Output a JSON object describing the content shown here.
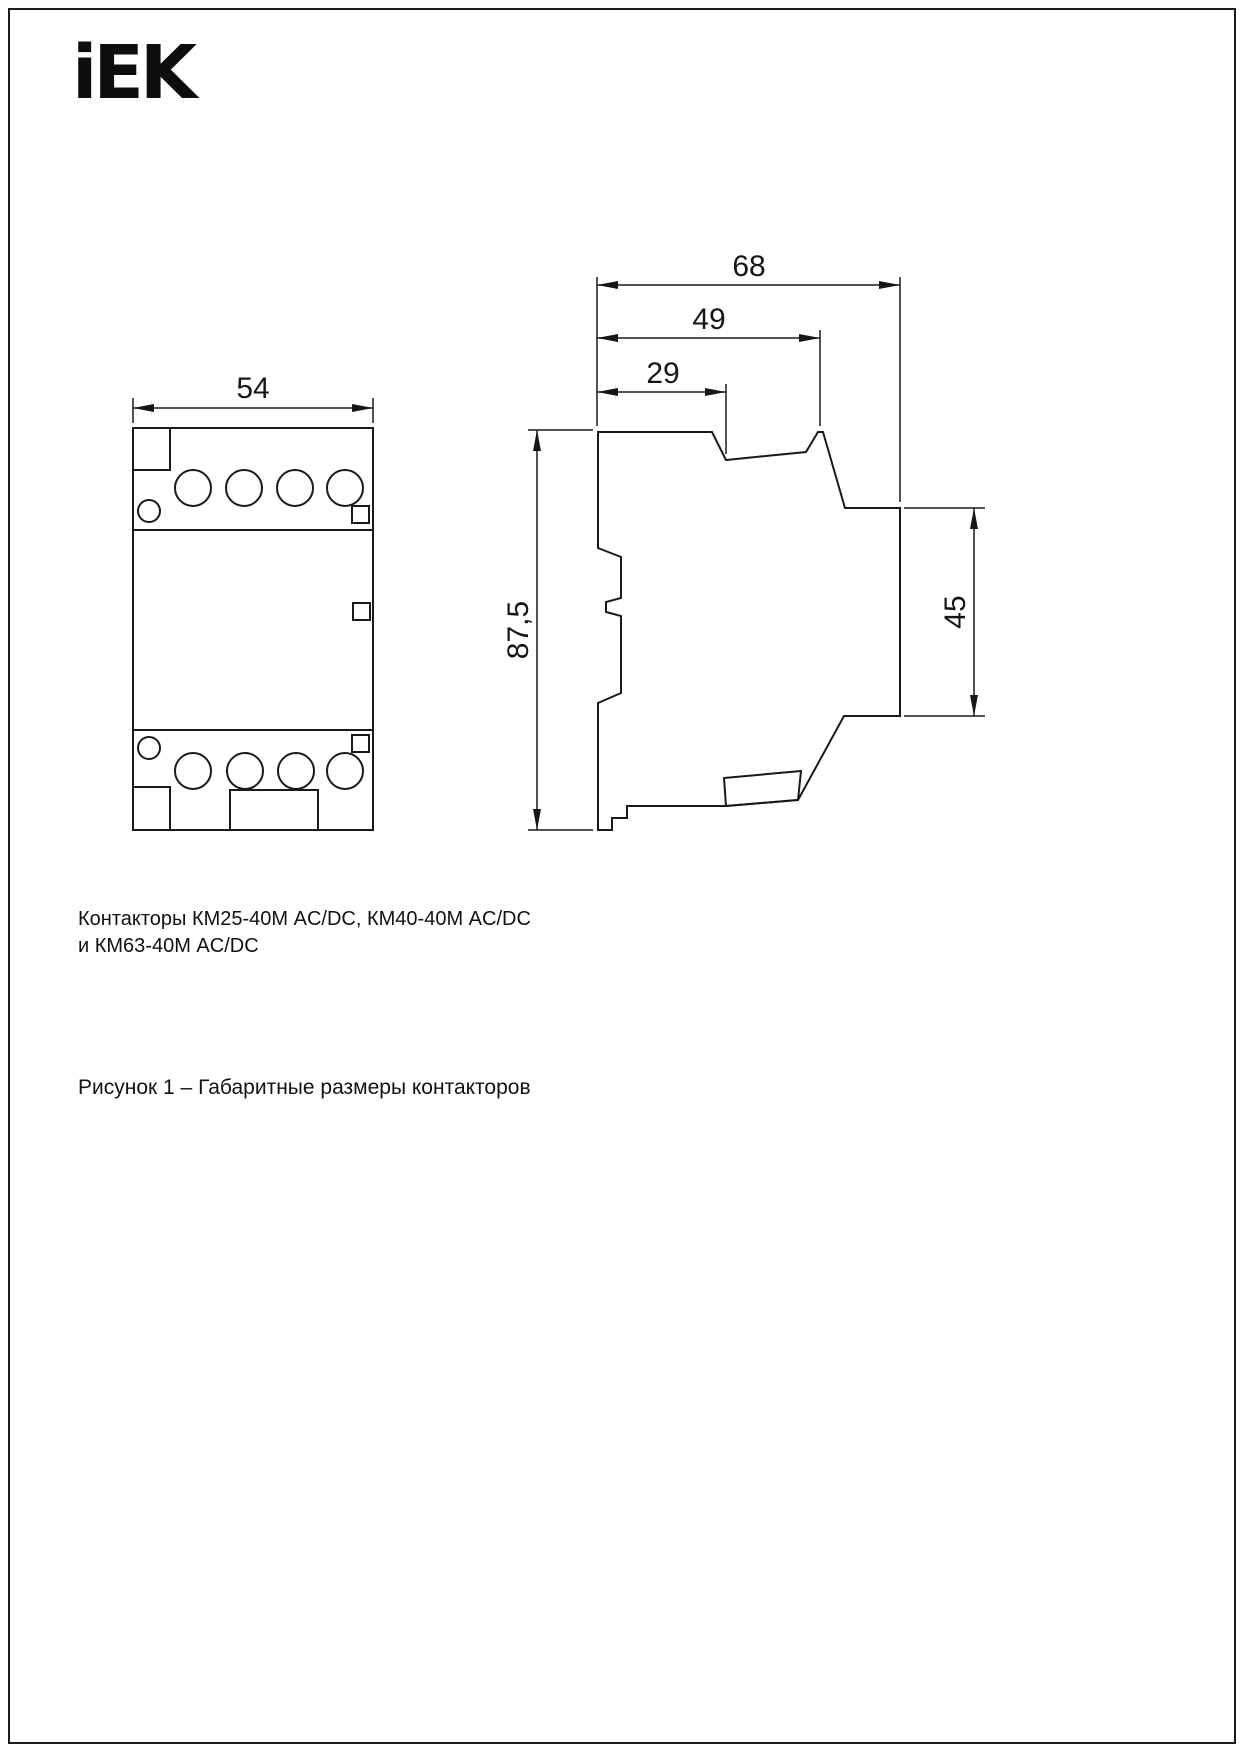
{
  "logo": {
    "text": "iEK"
  },
  "drawing": {
    "front_view": {
      "width": "54"
    },
    "side_view": {
      "depth_total": "68",
      "depth_front": "49",
      "depth_top": "29",
      "height": "87,5",
      "bulge_height": "45"
    }
  },
  "captions": {
    "models_line1": "Контакторы КМ25-40М AC/DC, КМ40-40М AC/DC",
    "models_line2": "и КМ63-40М AC/DC",
    "figure": "Рисунок 1 – Габаритные размеры контакторов"
  }
}
